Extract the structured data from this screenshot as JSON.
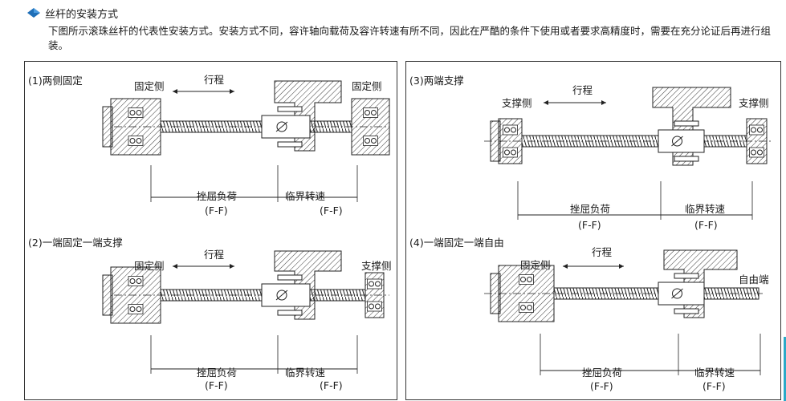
{
  "section": {
    "icon": "blue-diamond-icon",
    "title": "丝杆的安装方式",
    "description": "下图所示滚珠丝杆的代表性安装方式。安装方式不同，容许轴向载荷及容许转速有所不同，因此在严酷的条件下使用或者要求高精度时，需要在充分论证后再进行组装。"
  },
  "colors": {
    "accent": "#1f6fb8",
    "line": "#222222",
    "edge_tab": "#2aa9c8"
  },
  "diagrams": [
    {
      "title": "(1)两侧固定",
      "left_label": "固定侧",
      "stroke_label": "行程",
      "right_label": "固定侧",
      "buckling_label": "挫屈负荷",
      "buckling_code": "(F-F)",
      "speed_label": "临界转速",
      "speed_code": "(F-F)"
    },
    {
      "title": "(2)一端固定一端支撑",
      "left_label": "固定侧",
      "stroke_label": "行程",
      "right_label": "支撑侧",
      "buckling_label": "挫屈负荷",
      "buckling_code": "(F-F)",
      "speed_label": "临界转速",
      "speed_code": "(F-F)"
    },
    {
      "title": "(3)两端支撑",
      "left_label": "支撑侧",
      "stroke_label": "行程",
      "right_label": "支撑侧",
      "buckling_label": "挫屈负荷",
      "buckling_code": "(F-F)",
      "speed_label": "临界转速",
      "speed_code": "(F-F)"
    },
    {
      "title": "(4)一端固定一端自由",
      "left_label": "固定侧",
      "stroke_label": "行程",
      "right_label": "自由端",
      "buckling_label": "挫屈负荷",
      "buckling_code": "(F-F)",
      "speed_label": "临界转速",
      "speed_code": "(F-F)"
    }
  ]
}
